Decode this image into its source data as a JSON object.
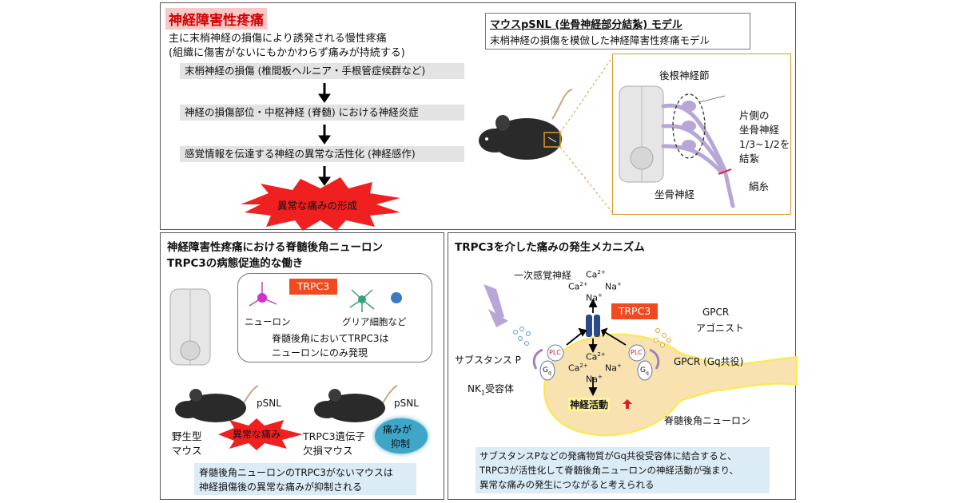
{
  "top": {
    "title": "神経障害性疼痛",
    "desc1": "主に末梢神経の損傷により誘発される慢性疼痛",
    "desc2": "(組織に傷害がないにもかかわらず痛みが持続する)",
    "steps": [
      "末梢神経の損傷 (椎間板ヘルニア・手根管症候群など)",
      "神経の損傷部位・中枢神経 (脊髄) における神経炎症",
      "感覚情報を伝達する神経の異常な活性化 (神経感作)"
    ],
    "burst": "異常な痛みの形成",
    "model_title": "マウスpSNL (坐骨神経部分結紮) モデル",
    "model_desc": "末梢神経の損傷を模倣した神経障害性疼痛モデル",
    "drg": "後根神経節",
    "ligation_l1": "片側の",
    "ligation_l2": "坐骨神経",
    "ligation_l3": "1/3~1/2を",
    "ligation_l4": "結紮",
    "silk": "絹糸",
    "sciatic": "坐骨神経"
  },
  "left": {
    "title1": "神経障害性疼痛における脊髄後角ニューロン",
    "title2": "TRPC3の病態促進的な働き",
    "trpc3": "TRPC3",
    "neuron": "ニューロン",
    "glia": "グリア細胞など",
    "expr1": "脊髄後角においてTRPC3は",
    "expr2": "ニューロンにのみ発現",
    "psnl_a": "pSNL",
    "psnl_b": "pSNL",
    "wt1": "野生型",
    "wt2": "マウス",
    "ko1": "TRPC3遺伝子",
    "ko2": "欠損マウス",
    "pain": "異常な痛み",
    "suppress1": "痛みが",
    "suppress2": "抑制",
    "note1": "脊髄後角ニューロンのTRPC3がないマウスは",
    "note2": "神経損傷後の異常な痛みが抑制される"
  },
  "right": {
    "title": "TRPC3を介した痛みの発生メカニズム",
    "primary": "一次感覚神経",
    "subp": "サブスタンス P",
    "nk1": "NK",
    "nk1_sub": "1",
    "nk1_suffix": "受容体",
    "ca": "Ca",
    "ca_sup": "2+",
    "na": "Na",
    "na_sup": "+",
    "trpc3": "TRPC3",
    "plc": "PLC",
    "gq": "G",
    "gq_sub": "q",
    "gpcr1": "GPCR",
    "gpcr2": "アゴニスト",
    "gpcr_gq": "GPCR (Gq共役)",
    "activity": "神経活動",
    "dh_neuron": "脊髄後角ニューロン",
    "note1": "サブスタンスPなどの発痛物質がGq共役受容体に結合すると、",
    "note2": "TRPC3が活性化して脊髄後角ニューロンの神経活動が強まり、",
    "note3": "異常な痛みの発生につながると考えられる"
  },
  "colors": {
    "burst": "#f02020",
    "trpc3": "#f04a1e",
    "nerve": "#b8a6d6",
    "neuron": "#f7e2b0",
    "note_bg": "#dcecf7",
    "suppress": "#3fa6c8"
  }
}
